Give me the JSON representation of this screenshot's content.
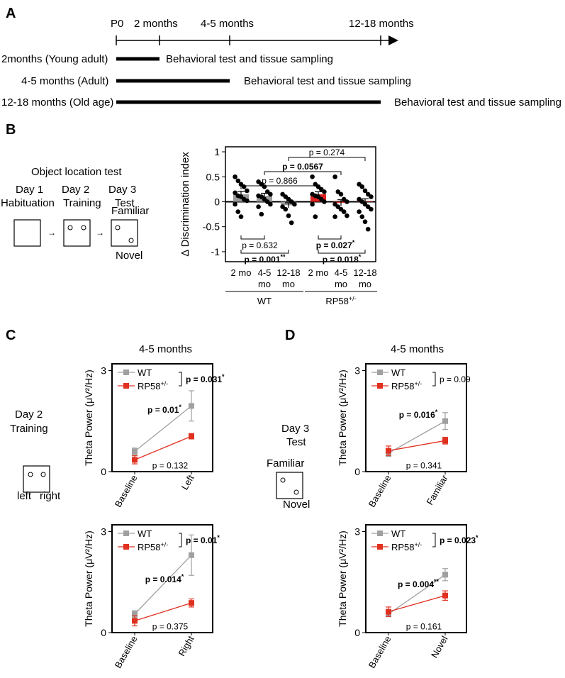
{
  "panels": {
    "a": {
      "letter": "A",
      "timepoints": [
        "P0",
        "2 months",
        "4-5 months",
        "12-18 months"
      ],
      "cohorts": [
        {
          "label": "2months (Young adult)",
          "outcome": "Behavioral test  and tissue sampling"
        },
        {
          "label": "4-5 months (Adult)",
          "outcome": "Behavioral test  and tissue sampling"
        },
        {
          "label": "12-18 months (Old age)",
          "outcome": "Behavioral test  and tissue sampling"
        }
      ]
    },
    "b": {
      "letter": "B",
      "schematic": {
        "title": "Object location test",
        "days": [
          {
            "day": "Day 1",
            "phase": "Habituation"
          },
          {
            "day": "Day 2",
            "phase": "Training"
          },
          {
            "day": "Day 3",
            "phase": "Test"
          }
        ],
        "familiar": "Familiar",
        "novel": "Novel",
        "arrow": "→"
      }
    },
    "c": {
      "letter": "C",
      "heading": "4-5 months",
      "day": "Day 2",
      "phase": "Training",
      "left": "left",
      "right": "right"
    },
    "d": {
      "letter": "D",
      "heading": "4-5 months",
      "day": "Day 3",
      "phase": "Test",
      "familiar": "Familiar",
      "novel": "Novel"
    }
  },
  "chart_data": [
    {
      "id": "B",
      "type": "scatter",
      "ylabel": "Δ Discrimination index",
      "ylim": [
        -1.2,
        1.1
      ],
      "yticks": [
        1,
        0.5,
        0,
        -0.5,
        -1
      ],
      "categories": [
        "2 mo",
        "4-5 mo",
        "12-18 mo",
        "2 mo",
        "4-5 mo",
        "12-18 mo"
      ],
      "groups": [
        "WT",
        "RP58+/-"
      ],
      "bar_means": [
        0.15,
        0.12,
        -0.07,
        0.15,
        -0.02,
        0.01
      ],
      "bar_sems": [
        0.06,
        0.05,
        0.05,
        0.05,
        0.06,
        0.05
      ],
      "points": [
        [
          0.5,
          0.42,
          0.35,
          0.3,
          0.22,
          0.18,
          0.12,
          0.1,
          0.05,
          0.02,
          -0.05,
          -0.2,
          -0.3
        ],
        [
          0.4,
          0.35,
          0.3,
          0.2,
          0.15,
          0.12,
          0.1,
          0.05,
          0.0,
          -0.05,
          -0.1,
          -0.25
        ],
        [
          0.15,
          0.1,
          0.05,
          0.0,
          -0.05,
          -0.1,
          -0.15,
          -0.28,
          -0.42
        ],
        [
          0.5,
          0.35,
          0.3,
          0.25,
          0.2,
          0.15,
          0.12,
          0.1,
          0.05,
          0.0,
          -0.05,
          -0.3
        ],
        [
          0.5,
          0.2,
          0.15,
          0.05,
          0.0,
          -0.05,
          -0.1,
          -0.15,
          -0.2,
          -0.28,
          -0.3
        ],
        [
          0.35,
          0.3,
          0.22,
          0.15,
          0.1,
          0.05,
          0.0,
          -0.05,
          -0.1,
          -0.15,
          -0.2,
          -0.3,
          -0.4,
          -0.55
        ]
      ],
      "comparisons": [
        {
          "text": "p = 0.274"
        },
        {
          "text": "p = 0.0567"
        },
        {
          "text": "p = 0.866"
        },
        {
          "text": "p = 0.632"
        },
        {
          "text": "p = 0.001"
        },
        {
          "text": "**"
        },
        {
          "text": "p = 0.027"
        },
        {
          "text": "*"
        },
        {
          "text": "p = 0.018"
        },
        {
          "text": "*"
        }
      ],
      "colors": {
        "wt_bar": "#9a9a9a",
        "rp_bar": "#e02020"
      }
    },
    {
      "id": "C-top",
      "type": "line",
      "ylabel": "Theta Power (μV²/Hz)",
      "ylim": [
        0,
        3.2
      ],
      "yticks": [
        0,
        3
      ],
      "categories": [
        "Baseline",
        "Left"
      ],
      "series": [
        {
          "name": "WT",
          "values": [
            0.6,
            1.95
          ],
          "errors": [
            0.1,
            0.45
          ],
          "color": "#a0a0a0"
        },
        {
          "name": "RP58+/-",
          "values": [
            0.35,
            1.05
          ],
          "errors": [
            0.12,
            0.08
          ],
          "color": "#e03020"
        }
      ],
      "annotations": [
        {
          "text": "p = 0.031",
          "star": "*"
        },
        {
          "text": "p = 0.01",
          "star": "*"
        },
        {
          "text": "p = 0.132",
          "star": ""
        }
      ]
    },
    {
      "id": "C-bottom",
      "type": "line",
      "ylabel": "Theta Power (μV²/Hz)",
      "ylim": [
        0,
        3.2
      ],
      "yticks": [
        0,
        3
      ],
      "categories": [
        "Baseline",
        "Right"
      ],
      "series": [
        {
          "name": "WT",
          "values": [
            0.55,
            2.3
          ],
          "errors": [
            0.1,
            0.6
          ],
          "color": "#a0a0a0"
        },
        {
          "name": "RP58+/-",
          "values": [
            0.35,
            0.88
          ],
          "errors": [
            0.15,
            0.12
          ],
          "color": "#e03020"
        }
      ],
      "annotations": [
        {
          "text": "p = 0.01",
          "star": "*"
        },
        {
          "text": "p = 0.014",
          "star": "*"
        },
        {
          "text": "p = 0.375",
          "star": ""
        }
      ]
    },
    {
      "id": "D-top",
      "type": "line",
      "ylabel": "Theta Power (μV²/Hz)",
      "ylim": [
        0,
        3.2
      ],
      "yticks": [
        0,
        3
      ],
      "categories": [
        "Baseline",
        "Familiar"
      ],
      "series": [
        {
          "name": "WT",
          "values": [
            0.55,
            1.5
          ],
          "errors": [
            0.1,
            0.25
          ],
          "color": "#a0a0a0"
        },
        {
          "name": "RP58+/-",
          "values": [
            0.62,
            0.92
          ],
          "errors": [
            0.14,
            0.1
          ],
          "color": "#e03020"
        }
      ],
      "annotations": [
        {
          "text": "p = 0.09",
          "star": ""
        },
        {
          "text": "p = 0.016",
          "star": "*"
        },
        {
          "text": "p = 0.341",
          "star": ""
        }
      ]
    },
    {
      "id": "D-bottom",
      "type": "line",
      "ylabel": "Theta Power (μV²/Hz)",
      "ylim": [
        0,
        3.2
      ],
      "yticks": [
        0,
        3
      ],
      "categories": [
        "Baseline",
        "Novel"
      ],
      "series": [
        {
          "name": "WT",
          "values": [
            0.55,
            1.72
          ],
          "errors": [
            0.08,
            0.18
          ],
          "color": "#a0a0a0"
        },
        {
          "name": "RP58+/-",
          "values": [
            0.62,
            1.1
          ],
          "errors": [
            0.14,
            0.14
          ],
          "color": "#e03020"
        }
      ],
      "annotations": [
        {
          "text": "p = 0.023",
          "star": "*"
        },
        {
          "text": "p = 0.004",
          "star": "**"
        },
        {
          "text": "p = 0.161",
          "star": ""
        }
      ]
    }
  ]
}
